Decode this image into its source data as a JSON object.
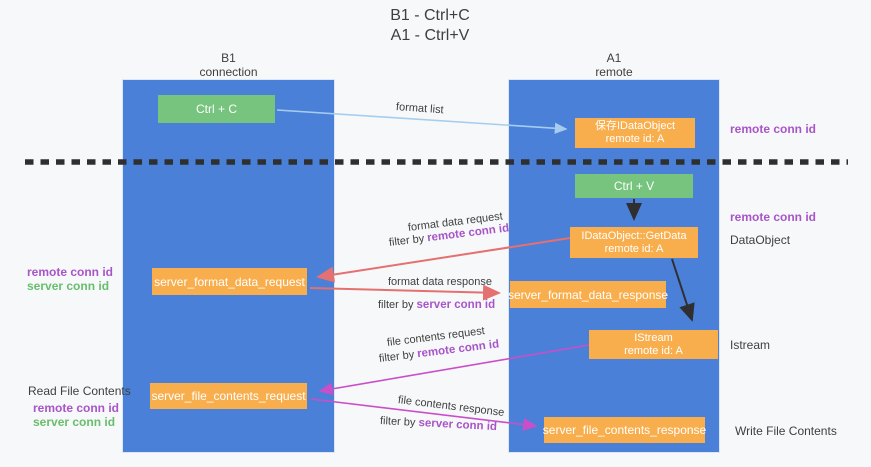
{
  "title": {
    "line1": "B1 - Ctrl+C",
    "line2": "A1 - Ctrl+V"
  },
  "columns": {
    "left": {
      "name": "B1",
      "subtitle": "connection"
    },
    "right": {
      "name": "A1",
      "subtitle": "remote"
    }
  },
  "nodes": {
    "ctrl_c": "Ctrl + C",
    "ctrl_v": "Ctrl + V",
    "save_dataobject": {
      "line1": "保存IDataObject",
      "line2": "remote id: A"
    },
    "getdata": {
      "line1": "IDataObject::GetData",
      "line2": "remote id: A"
    },
    "istream": {
      "line1": "IStream",
      "line2": "remote id: A"
    },
    "format_request": "server_format_data_request",
    "format_response": "server_format_data_response",
    "file_request": "server_file_contents_request",
    "file_response": "server_file_contents_response"
  },
  "edge_labels": {
    "format_list": "format list",
    "format_data_request": "format data request",
    "format_data_response": "format data response",
    "file_contents_request": "file contents request",
    "file_contents_response": "file contents response",
    "filter_by": "filter by",
    "remote_conn_id": "remote conn id",
    "server_conn_id": "server conn id"
  },
  "side_labels": {
    "remote_conn_id_right_top": "remote conn id",
    "remote_conn_id_right_mid": "remote conn id",
    "dataobject": "DataObject",
    "istream": "Istream",
    "write_file_contents": "Write File Contents",
    "remote_conn_id_left_top": "remote conn id",
    "server_conn_id_left_top": "server conn id",
    "read_file_contents": "Read File Contents",
    "remote_conn_id_left_bottom": "remote conn id",
    "server_conn_id_left_bottom": "server conn id"
  },
  "colors": {
    "background": "#f7f8fa",
    "column_blue": "#4a80d8",
    "box_orange": "#f9ae4d",
    "box_green": "#76c47e",
    "arrow_blue": "#a6cdf0",
    "arrow_black": "#2f2f2f",
    "arrow_red": "#e57070",
    "arrow_magenta": "#c94fc9",
    "text_dark": "#3f3f3f",
    "label_purple": "#a855c8",
    "label_green": "#67be6c"
  }
}
